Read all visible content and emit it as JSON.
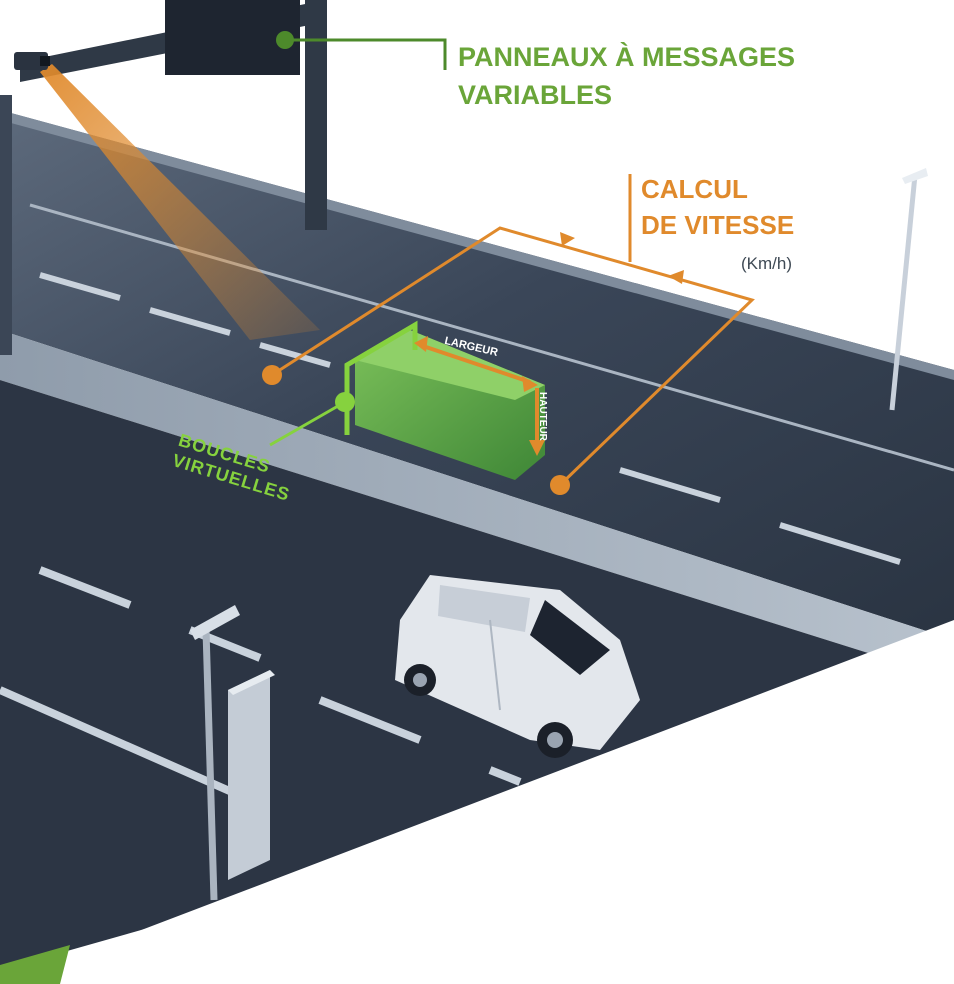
{
  "labels": {
    "panneaux_line1": "PANNEAUX À MESSAGES",
    "panneaux_line2": "VARIABLES",
    "calcul_line1": "CALCUL",
    "calcul_line2": "DE VITESSE",
    "unit": "(Km/h)",
    "boucles_line1": "BOUCLES",
    "boucles_line2": "VIRTUELLES",
    "largeur": "LARGEUR",
    "hauteur": "HAUTEUR"
  },
  "colors": {
    "green_label": "#6aa539",
    "green_bright": "#86d23e",
    "orange": "#e08a2c",
    "road_dark": "#2f3b4b",
    "sky": "#ffffff"
  },
  "icons": [
    "camera-icon",
    "gantry-sign-icon",
    "street-lamp-icon",
    "van-icon",
    "truck-box-icon"
  ]
}
